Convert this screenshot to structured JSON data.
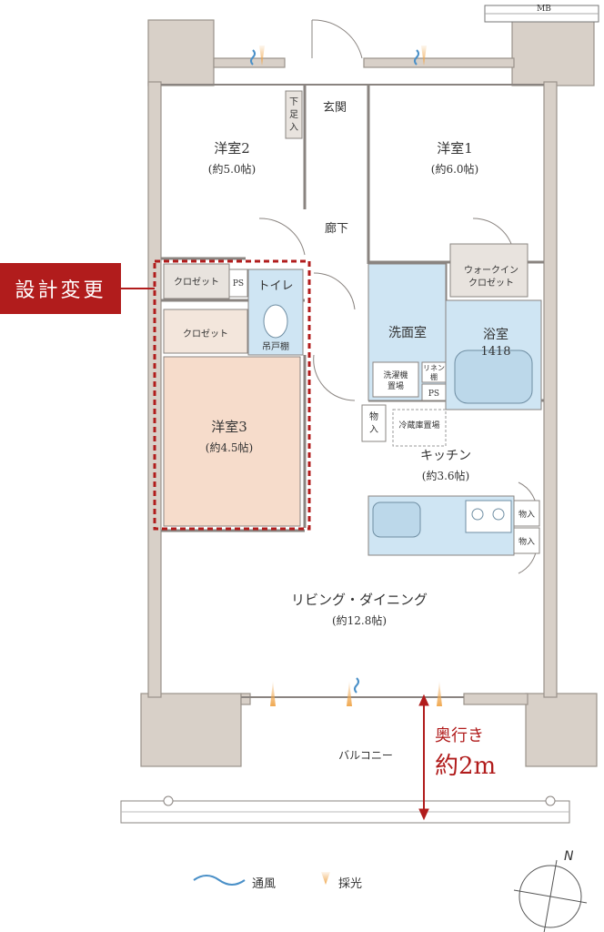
{
  "rooms": {
    "western2": {
      "name": "洋室2",
      "size": "(約5.0帖)"
    },
    "western1": {
      "name": "洋室1",
      "size": "(約6.0帖)"
    },
    "western3": {
      "name": "洋室3",
      "size": "(約4.5帖)"
    },
    "kitchen": {
      "name": "キッチン",
      "size": "(約3.6帖)"
    },
    "living": {
      "name": "リビング・ダイニング",
      "size": "(約12.8帖)"
    },
    "washroom": {
      "name": "洗面室"
    },
    "bathroom": {
      "name": "浴室",
      "code": "1418"
    },
    "toilet": {
      "name": "トイレ"
    },
    "entrance": {
      "name": "玄関"
    },
    "hallway": {
      "name": "廊下"
    },
    "balcony": {
      "name": "バルコニー"
    }
  },
  "storage": {
    "closet_top": "クロゼット",
    "closet_mid": "クロゼット",
    "walkin_line1": "ウォークイン",
    "walkin_line2": "クロゼット",
    "shoe_box": [
      "下",
      "足",
      "入"
    ],
    "hanging_shelf": "吊戸棚",
    "washer_line1": "洗濯機",
    "washer_line2": "置場",
    "linen_line1": "リネン",
    "linen_line2": "棚",
    "fridge": "冷蔵庫置場",
    "storage_small": [
      "物",
      "入"
    ],
    "storage_right1": "物入",
    "storage_right2": "物入",
    "ps_labels": [
      "PS",
      "PS"
    ],
    "mb": "MB"
  },
  "callouts": {
    "design_change": "設計変更",
    "depth_line1": "奥行き",
    "depth_line2": "約2m"
  },
  "legend": {
    "ventilation": "通風",
    "daylight": "採光"
  },
  "compass": {
    "north": "N"
  },
  "colors": {
    "wall": "#d8d0c8",
    "wall_stroke": "#9a928a",
    "wet_area": "#cfe5f3",
    "western3_floor": "#f6dccb",
    "closet_fill": "#f3e6dc",
    "callout_red": "#b11c1c",
    "wind_blue": "#4a90c8",
    "light_orange": "#f0a850"
  }
}
